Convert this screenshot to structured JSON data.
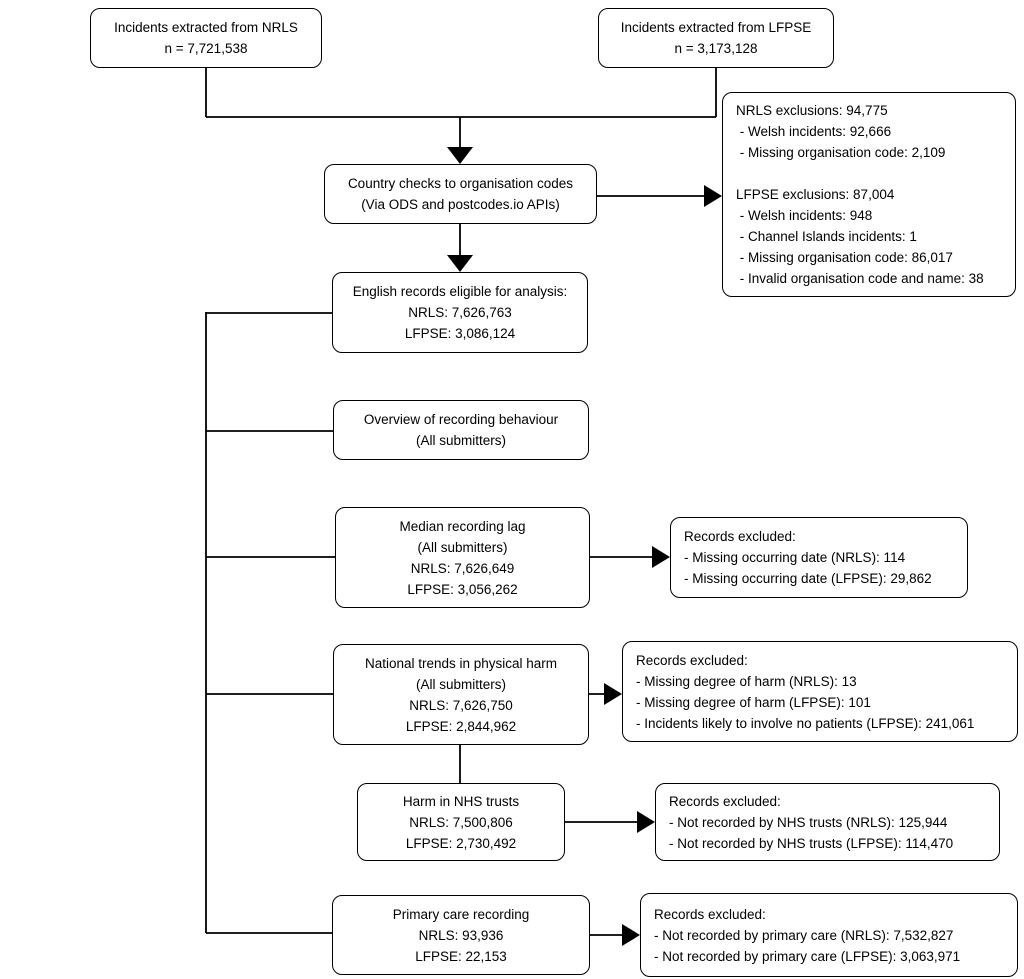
{
  "style": {
    "line_color": "#000000",
    "box_border_color": "#000000",
    "box_fill": "#ffffff",
    "text_color": "#000000"
  },
  "boxes": {
    "nrls_extract": {
      "lines": [
        "Incidents extracted from NRLS",
        "n = 7,721,538"
      ]
    },
    "lfpse_extract": {
      "lines": [
        "Incidents extracted from LFPSE",
        "n = 3,173,128"
      ]
    },
    "country_checks": {
      "lines": [
        "Country checks to organisation codes",
        "(Via ODS and postcodes.io APIs)"
      ]
    },
    "exclusions": {
      "lines": [
        "NRLS exclusions: 94,775",
        " - Welsh incidents: 92,666",
        " - Missing organisation code: 2,109",
        "",
        "LFPSE exclusions: 87,004",
        " - Welsh incidents: 948",
        " - Channel Islands incidents: 1",
        " - Missing organisation code: 86,017",
        " - Invalid organisation code and name: 38"
      ]
    },
    "english_records": {
      "lines": [
        "English records eligible for analysis:",
        "NRLS: 7,626,763",
        "LFPSE: 3,086,124"
      ]
    },
    "overview": {
      "lines": [
        "Overview of recording behaviour",
        "(All submitters)"
      ]
    },
    "median_lag": {
      "lines": [
        "Median recording lag",
        "(All submitters)",
        "NRLS: 7,626,649",
        "LFPSE: 3,056,262"
      ]
    },
    "median_lag_excluded": {
      "lines": [
        "Records excluded:",
        "- Missing occurring date (NRLS): 114",
        "- Missing occurring date (LFPSE): 29,862"
      ]
    },
    "national_trends": {
      "lines": [
        "National trends in physical harm",
        "(All submitters)",
        "NRLS: 7,626,750",
        "LFPSE: 2,844,962"
      ]
    },
    "national_trends_excluded": {
      "lines": [
        "Records excluded:",
        "- Missing degree of harm (NRLS): 13",
        "- Missing degree of harm (LFPSE): 101",
        "- Incidents likely to involve no patients (LFPSE): 241,061"
      ]
    },
    "harm_nhs_trusts": {
      "lines": [
        "Harm in NHS trusts",
        "NRLS: 7,500,806",
        "LFPSE: 2,730,492"
      ]
    },
    "harm_nhs_trusts_excluded": {
      "lines": [
        "Records excluded:",
        "- Not recorded by NHS trusts (NRLS): 125,944",
        "- Not recorded by NHS trusts (LFPSE): 114,470"
      ]
    },
    "primary_care": {
      "lines": [
        "Primary care recording",
        "NRLS: 93,936",
        "LFPSE: 22,153"
      ]
    },
    "primary_care_excluded": {
      "lines": [
        "Records excluded:",
        "- Not recorded by primary care (NRLS): 7,532,827",
        "- Not recorded by primary care (LFPSE): 3,063,971"
      ]
    }
  }
}
